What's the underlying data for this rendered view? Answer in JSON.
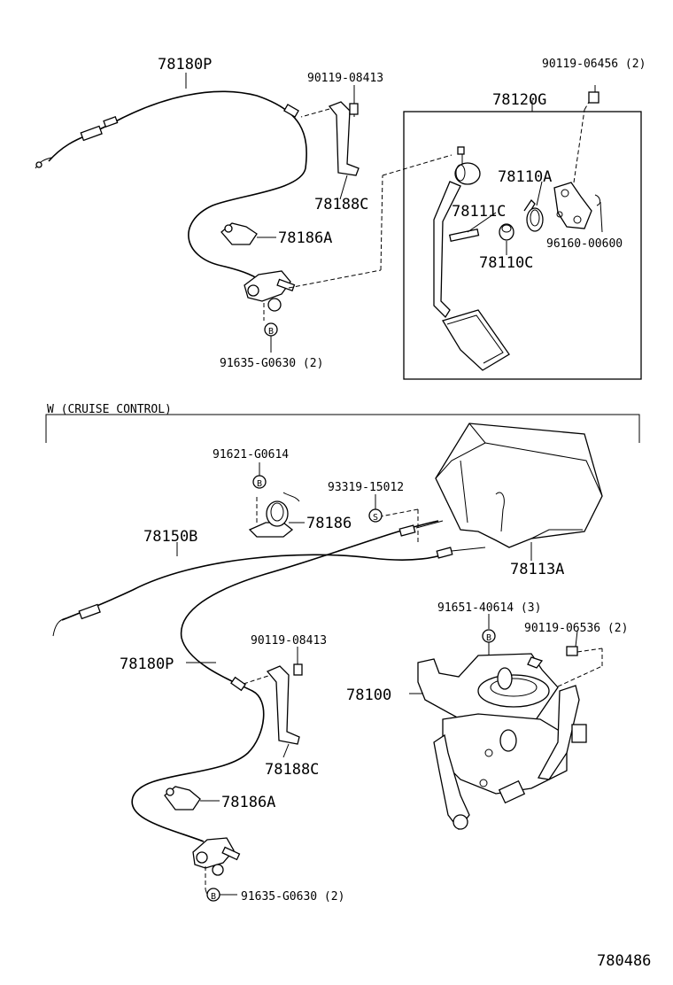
{
  "section_top": {
    "parts": {
      "p_78180P": "78180P",
      "p_90119_08413": "90119-08413",
      "p_90119_06456": "90119-06456 (2)",
      "p_78120G": "78120G",
      "p_78188C": "78188C",
      "p_78110A": "78110A",
      "p_78111C": "78111C",
      "p_78186A": "78186A",
      "p_96160_00600": "96160-00600",
      "p_78110C": "78110C",
      "p_91635_G0630": "91635-G0630 (2)"
    },
    "marker_b": "B"
  },
  "section_bottom": {
    "header": "W (CRUISE CONTROL)",
    "parts": {
      "p_91621_G0614": "91621-G0614",
      "p_93319_15012": "93319-15012",
      "p_78186": "78186",
      "p_78150B": "78150B",
      "p_78113A": "78113A",
      "p_91651_40614": "91651-40614 (3)",
      "p_90119_06536": "90119-06536 (2)",
      "p_90119_08413": "90119-08413",
      "p_78180P": "78180P",
      "p_78100": "78100",
      "p_78188C": "78188C",
      "p_78186A": "78186A",
      "p_91635_G0630": "91635-G0630 (2)"
    },
    "marker_b": "B",
    "marker_s": "S"
  },
  "diagram_id": "780486"
}
